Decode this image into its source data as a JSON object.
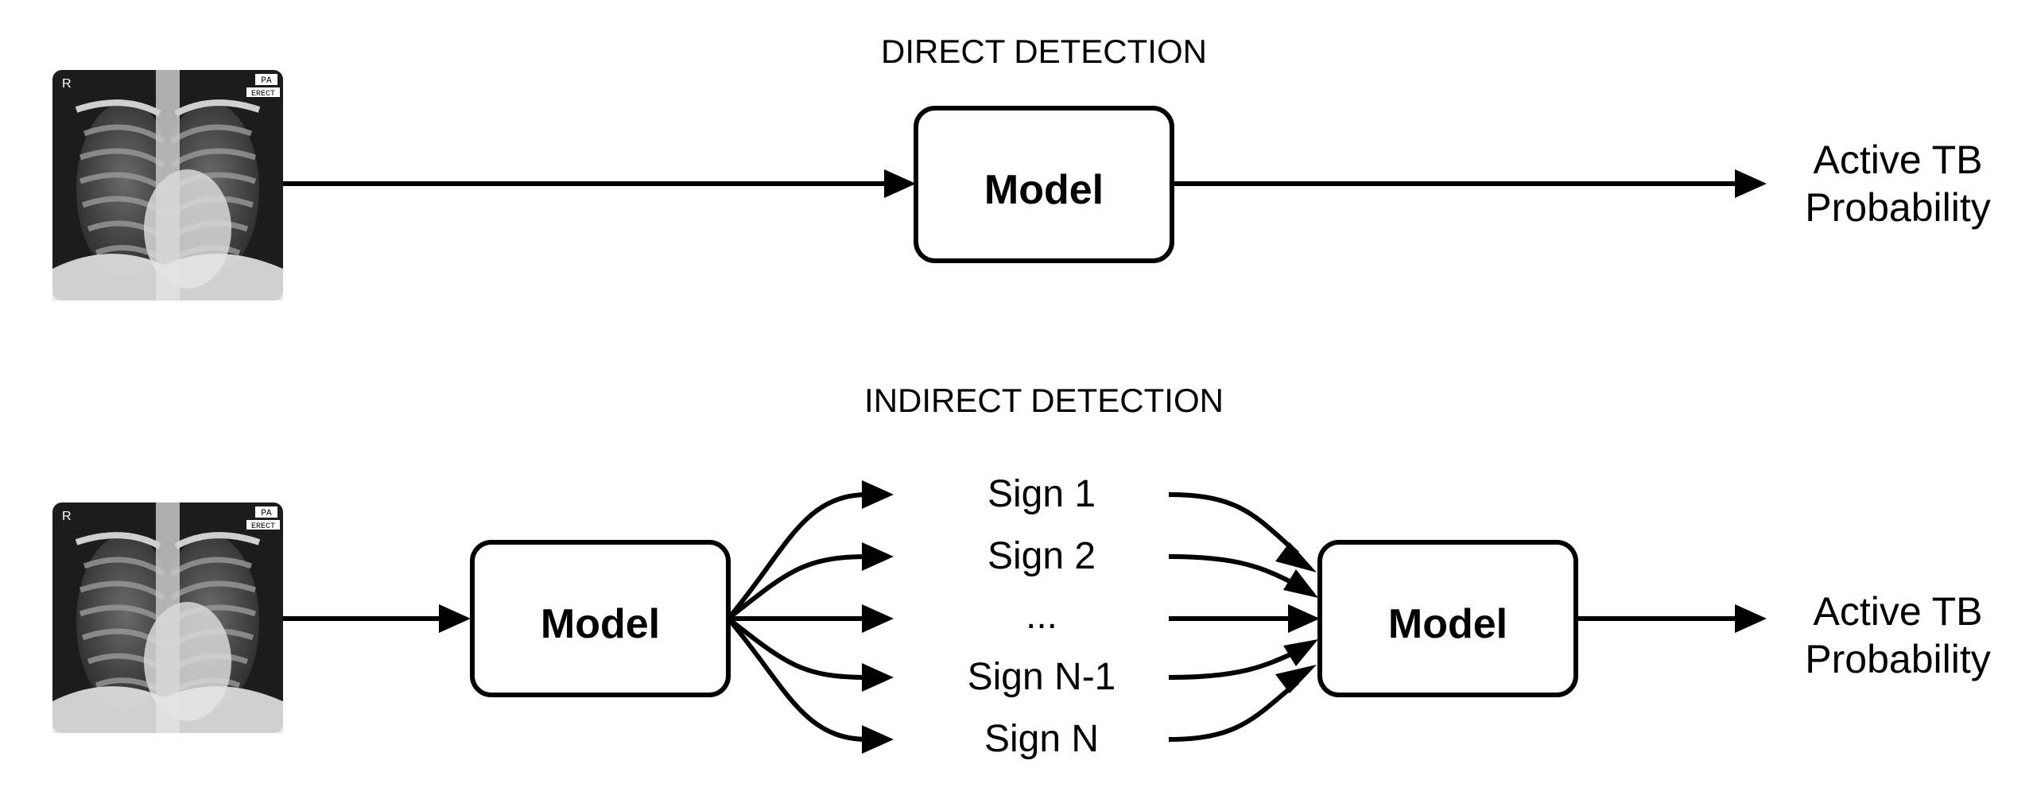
{
  "direct": {
    "title": "DIRECT DETECTION",
    "model_label": "Model",
    "output_line1": "Active TB",
    "output_line2": "Probability",
    "xray": {
      "marker_r": "R",
      "tag_pa": "PA",
      "tag_erect": "ERECT"
    }
  },
  "indirect": {
    "title": "INDIRECT DETECTION",
    "model1_label": "Model",
    "model2_label": "Model",
    "signs": [
      "Sign 1",
      "Sign 2",
      "...",
      "Sign N-1",
      "Sign N"
    ],
    "output_line1": "Active TB",
    "output_line2": "Probability",
    "xray": {
      "marker_r": "R",
      "tag_pa": "PA",
      "tag_erect": "ERECT"
    }
  }
}
